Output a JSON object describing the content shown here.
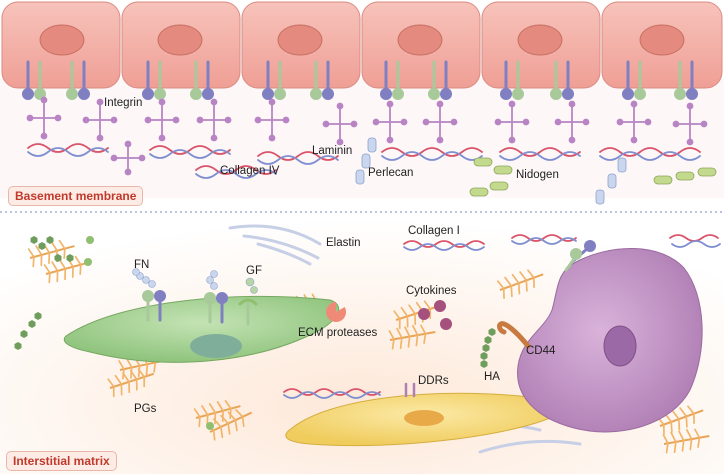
{
  "regions": {
    "basement": "Basement membrane",
    "interstitial": "Interstitial matrix"
  },
  "labels": {
    "integrin": "Integrin",
    "laminin": "Laminin",
    "collagen_iv": "Collagen IV",
    "perlecan": "Perlecan",
    "nidogen": "Nidogen",
    "elastin": "Elastin",
    "collagen_i": "Collagen I",
    "fn": "FN",
    "gf": "GF",
    "cytokines": "Cytokines",
    "ecm_proteases": "ECM proteases",
    "cd44": "CD44",
    "ha": "HA",
    "ddrs": "DDRs",
    "pgs": "PGs"
  },
  "colors": {
    "epithelium": "#f2b3ab",
    "nucleus": "#e48a7e",
    "integrin_alpha": "#a8c99a",
    "integrin_beta": "#7f7fc2",
    "laminin": "#b884c4",
    "collagen_red": "#d9546a",
    "collagen_blue": "#7f8fd0",
    "fibroblast": "#a9d39a",
    "macrophage": "#c89acb",
    "yellow_cell": "#f5d97a",
    "proteoglycan": "#f0b56a"
  }
}
